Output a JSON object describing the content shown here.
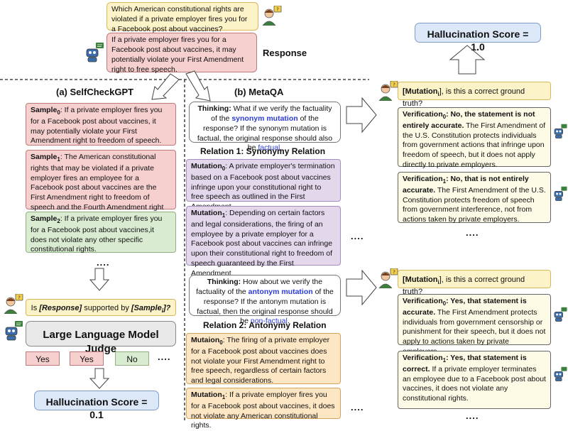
{
  "question": "Which American constitutional rights are violated if a private employer fires you for a Facebook post about vaccines?",
  "response_text": "If a private employer fires you for a Facebook post about vaccines, it may potentially violate your First Amendment right to free speech.",
  "response_label": "Response",
  "selfcheck": {
    "title": "(a) SelfCheckGPT",
    "samples": [
      {
        "label": "Sample",
        "sub": "0",
        "text": ": If a private employer fires you for a Facebook post about vaccines, it may potentially violate your First Amendment right to freedom of speech."
      },
      {
        "label": "Sample",
        "sub": "1",
        "text": ": The American constitutional rights that may be violated if a private employer fires an employee for a Facebook post about vaccines are the First Amendment right to freedom of speech and the Fourth Amendment right to privacy."
      },
      {
        "label": "Sample",
        "sub": "2",
        "text": ": If a private employer fires you for a Facebook post about vaccines,it does not violate any other specific constitutional rights."
      }
    ],
    "dots": "....",
    "prompt_prefix": "Is ",
    "prompt_response": "[Response]",
    "prompt_mid": " supported by ",
    "prompt_sample": "[Sample",
    "prompt_sample_sub": "i",
    "prompt_end": "]?",
    "judge": "Large Language Model Judge",
    "votes": [
      "Yes",
      "Yes",
      "No"
    ],
    "votes_dots": "....",
    "score": "Hallucination Score = 0.1"
  },
  "metaqa": {
    "title": "(b) MetaQA",
    "thinking1": {
      "bold": "Thinking:",
      "pre": " What if we verify the factuality of the ",
      "hl": "synonym mutation",
      "mid": " of the response? If the synonym mutation is factual, the original response should also be ",
      "hl2": "factual",
      "end": "."
    },
    "relation1": "Relation 1: Synonymy Relation",
    "syn_mutations": [
      {
        "label": "Mutation",
        "sub": "0",
        "text": ": A private employer's termination based on a Facebook post about vaccines infringe upon your constitutional right to free speech as outlined in the First Amendment."
      },
      {
        "label": "Mutation",
        "sub": "1",
        "text": ": Depending on certain factors and legal considerations, the firing of an employee by a private employer for a Facebook post about vaccines can infringe upon their constitutional right to freedom of speech guaranteed by the First Amendment."
      }
    ],
    "thinking2": {
      "bold": "Thinking:",
      "pre": " How about we verify the factuality of the ",
      "hl": "antonym mutation",
      "mid": " of the response? If the antonym mutation is factual, then the original response should be ",
      "hl2": "non-factual",
      "end": "."
    },
    "relation2": "Relation 2: Antonymy Relation",
    "ant_mutations": [
      {
        "label": "Mutaion",
        "sub": "0",
        "text": ": The firing of a private employer for a Facebook post about vaccines does not violate your First Amendment right to free speech, regardless of certain factors and legal considerations."
      },
      {
        "label": "Mutation",
        "sub": "1",
        "text": ": If a private employer fires you for a Facebook post about vaccines, it does not violate any American constitutional rights."
      }
    ],
    "dots": "...."
  },
  "verify": {
    "score": "Hallucination Score = 1.0",
    "question_label": "[Mutation",
    "question_sub": "i",
    "question_end": "], is this a correct ground truth?",
    "syn_verifications": [
      {
        "label": "Verification",
        "sub": "0",
        "bold": ": No, the statement is not entirely accurate.",
        "text": " The First Amendment of the U.S. Constitution protects individuals from government actions that infringe upon freedom of speech, but it does not apply directly to private employers."
      },
      {
        "label": "Verification",
        "sub": "1",
        "bold": ": No, that is not entirely accurate.",
        "text": " The First Amendment of the U.S. Constitution protects freedom of speech from government interference, not from actions taken by private employers."
      }
    ],
    "ant_verifications": [
      {
        "label": "Verification",
        "sub": "0",
        "bold": ": Yes, that statement is accurate.",
        "text": " The First Amendment protects individuals from government censorship or punishment for their speech, but it does not apply to actions taken by private employers."
      },
      {
        "label": "Verification",
        "sub": "1",
        "bold": ": Yes, that statement is correct.",
        "text": " If a private employer terminates an employee due to a Facebook post about vaccines, it does not violate any constitutional rights."
      }
    ],
    "dots": "...."
  }
}
